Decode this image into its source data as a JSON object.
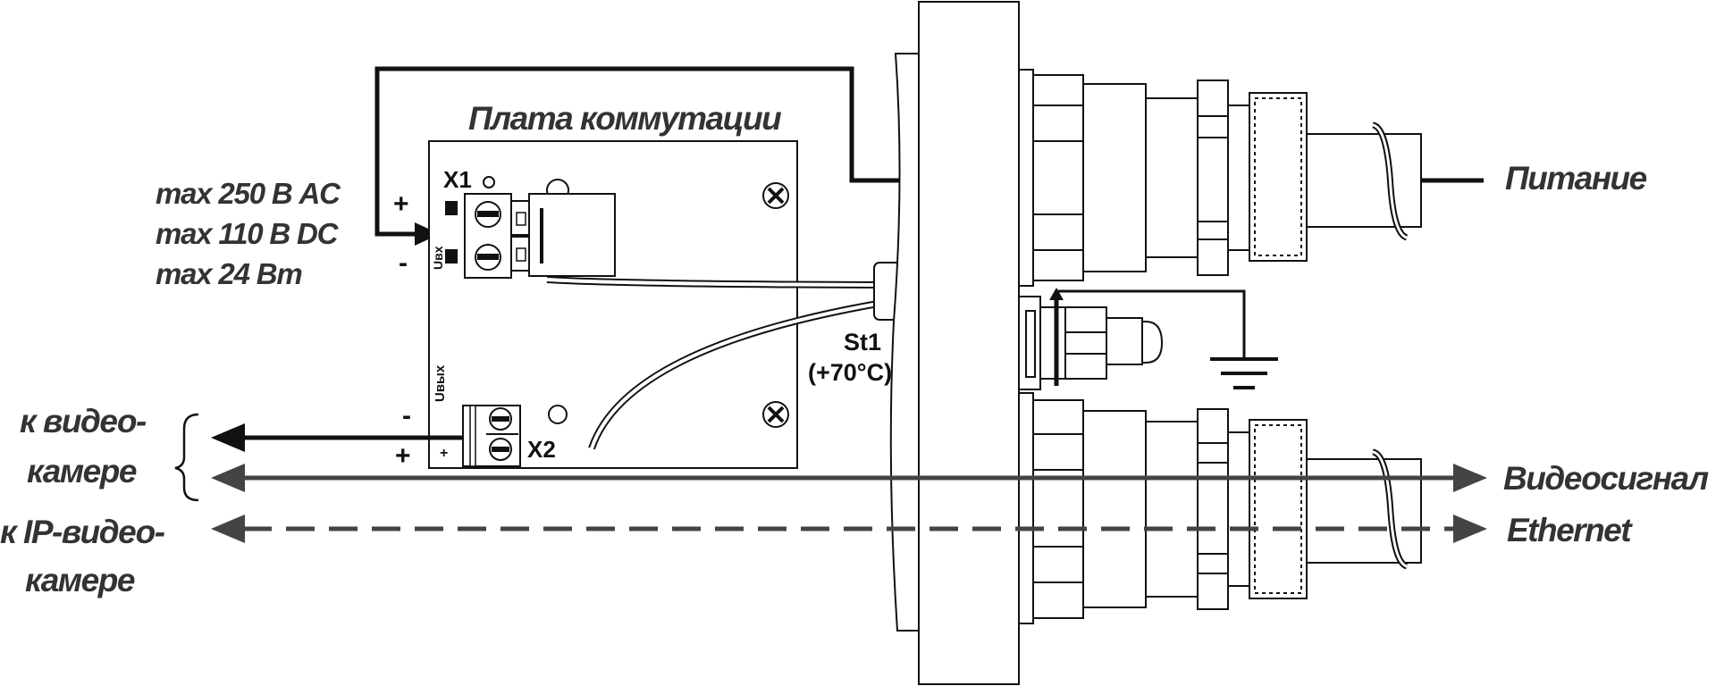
{
  "board": {
    "title": "Плата коммутации",
    "x1_label": "X1",
    "x2_label": "X2",
    "uin_label": "Uвх",
    "uout_label": "Uвых",
    "plus": "+",
    "minus": "-"
  },
  "limits": {
    "line1": "max 250 В AC",
    "line2": "max 110 В DC",
    "line3": "max 24 Вт"
  },
  "thermostat": {
    "name": "St1",
    "temp": "(+70°C)"
  },
  "left_labels": {
    "camera_1": "к видео-",
    "camera_2": "камере",
    "ip_camera_1": "к IP-видео-",
    "ip_camera_2": "камере"
  },
  "right_labels": {
    "power": "Питание",
    "video": "Видеосигнал",
    "ethernet": "Ethernet"
  },
  "colors": {
    "line": "#111111",
    "signal_line": "#444444",
    "text": "#333333"
  }
}
